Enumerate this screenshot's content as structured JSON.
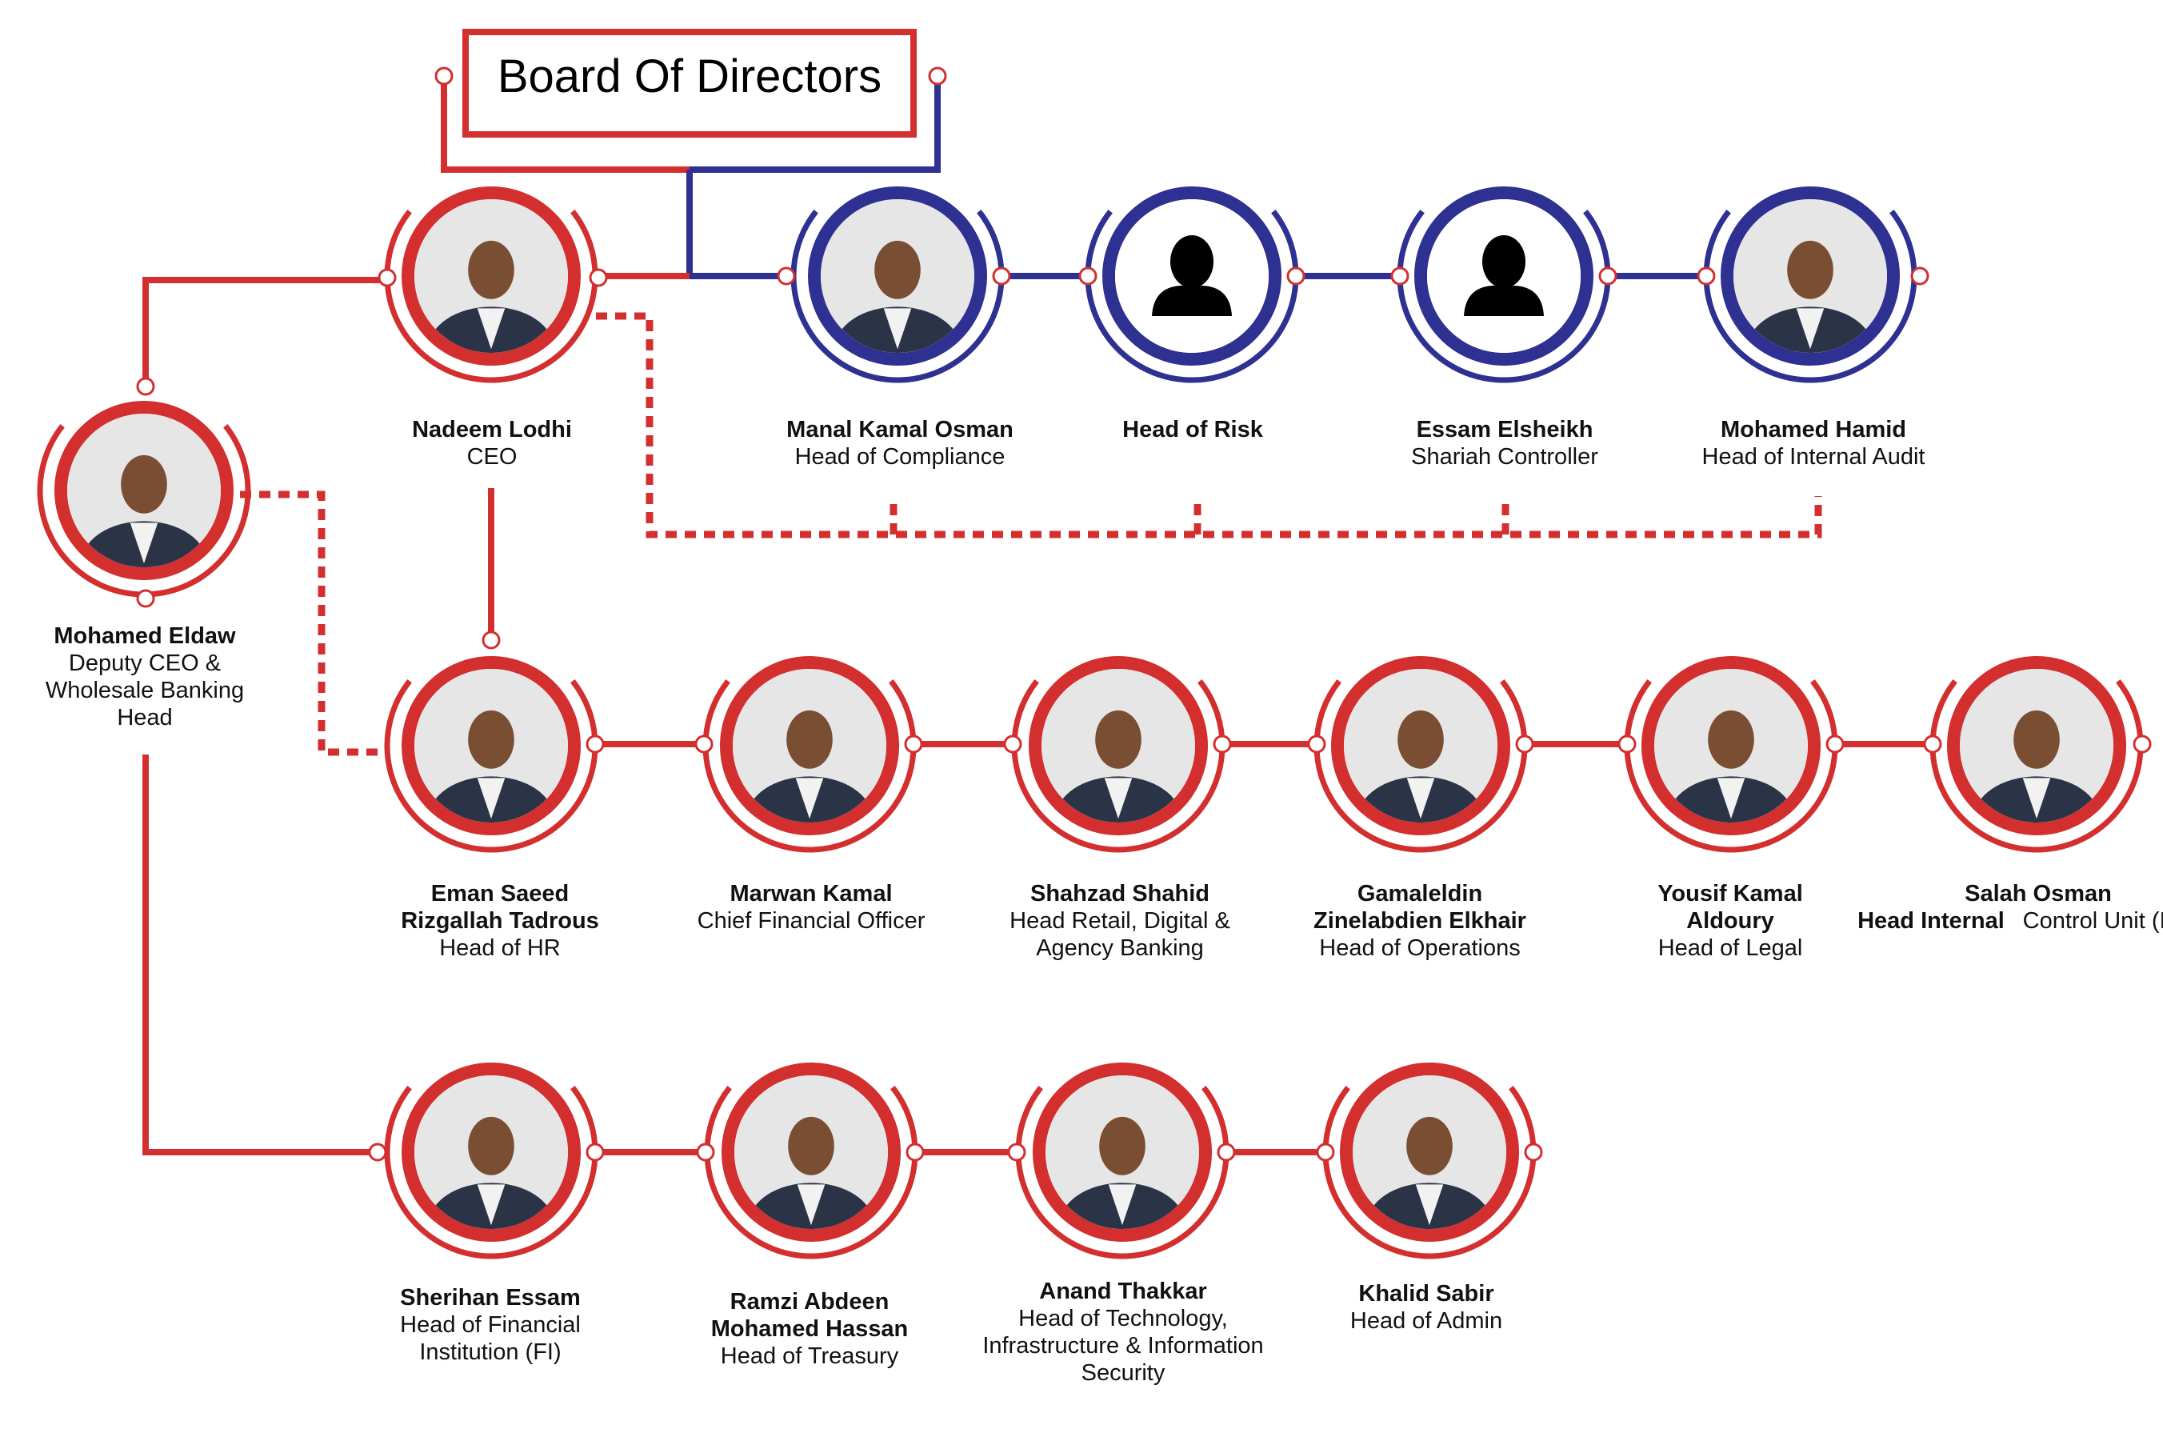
{
  "title": "Board Of Directors",
  "colors": {
    "red": "#d32f2f",
    "navy": "#2e3192",
    "text": "#111111",
    "photo_bg": "#e6e6e6",
    "silhouette": "#000000"
  },
  "people": {
    "nadeem": {
      "name": "Nadeem Lodhi",
      "role": "CEO",
      "photo": "portrait"
    },
    "eldaw": {
      "name": "Mohamed Eldaw",
      "role": "Deputy CEO & Wholesale Banking Head",
      "photo": "portrait"
    },
    "manal": {
      "name": "Manal Kamal Osman",
      "role": "Head of Compliance",
      "photo": "portrait"
    },
    "risk": {
      "name": "Head of Risk",
      "photo": "person-silhouette-icon"
    },
    "essam": {
      "name": "Essam Elsheikh",
      "role": "Shariah Controller",
      "photo": "person-silhouette-icon"
    },
    "hamid": {
      "name": "Mohamed Hamid",
      "role": "Head of Internal Audit",
      "photo": "portrait"
    },
    "eman": {
      "name": "Eman Saeed Rizgallah Tadrous",
      "role": "Head of HR",
      "photo": "portrait"
    },
    "marwan": {
      "name": "Marwan Kamal",
      "role": "Chief Financial Officer",
      "photo": "portrait"
    },
    "shahzad": {
      "name": "Shahzad Shahid",
      "role": "Head Retail, Digital & Agency Banking",
      "photo": "portrait"
    },
    "gamal": {
      "name": "Gamaleldin Zinelabdien Elkhair",
      "role": "Head of Operations",
      "photo": "portrait"
    },
    "yousif": {
      "name": "Yousif Kamal Aldoury",
      "role": "Head of Legal",
      "photo": "portrait"
    },
    "salah": {
      "name": "Salah Osman",
      "role_bold": "Head Internal",
      "role": "Control Unit (ICU)",
      "photo": "portrait"
    },
    "sherihan": {
      "name": "Sherihan Essam",
      "role": "Head of Financial Institution (FI)",
      "photo": "portrait"
    },
    "ramzi": {
      "name": "Ramzi Abdeen Mohamed Hassan",
      "role": "Head of Treasury",
      "photo": "portrait"
    },
    "anand": {
      "name": "Anand Thakkar",
      "role": "Head of Technology, Infrastructure & Information Security",
      "photo": "portrait"
    },
    "khalid": {
      "name": "Khalid Sabir",
      "role": "Head of Admin",
      "photo": "portrait"
    }
  }
}
